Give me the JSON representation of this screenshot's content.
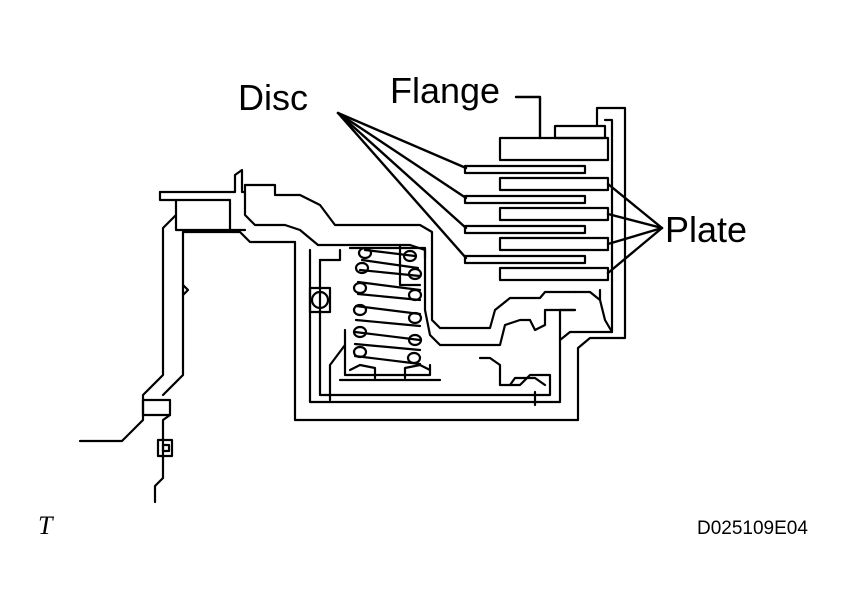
{
  "labels": {
    "disc": "Disc",
    "flange": "Flange",
    "plate": "Plate",
    "figure_code": "D025109E04",
    "corner_mark": "T"
  },
  "colors": {
    "stroke": "#000000",
    "background": "#ffffff"
  }
}
